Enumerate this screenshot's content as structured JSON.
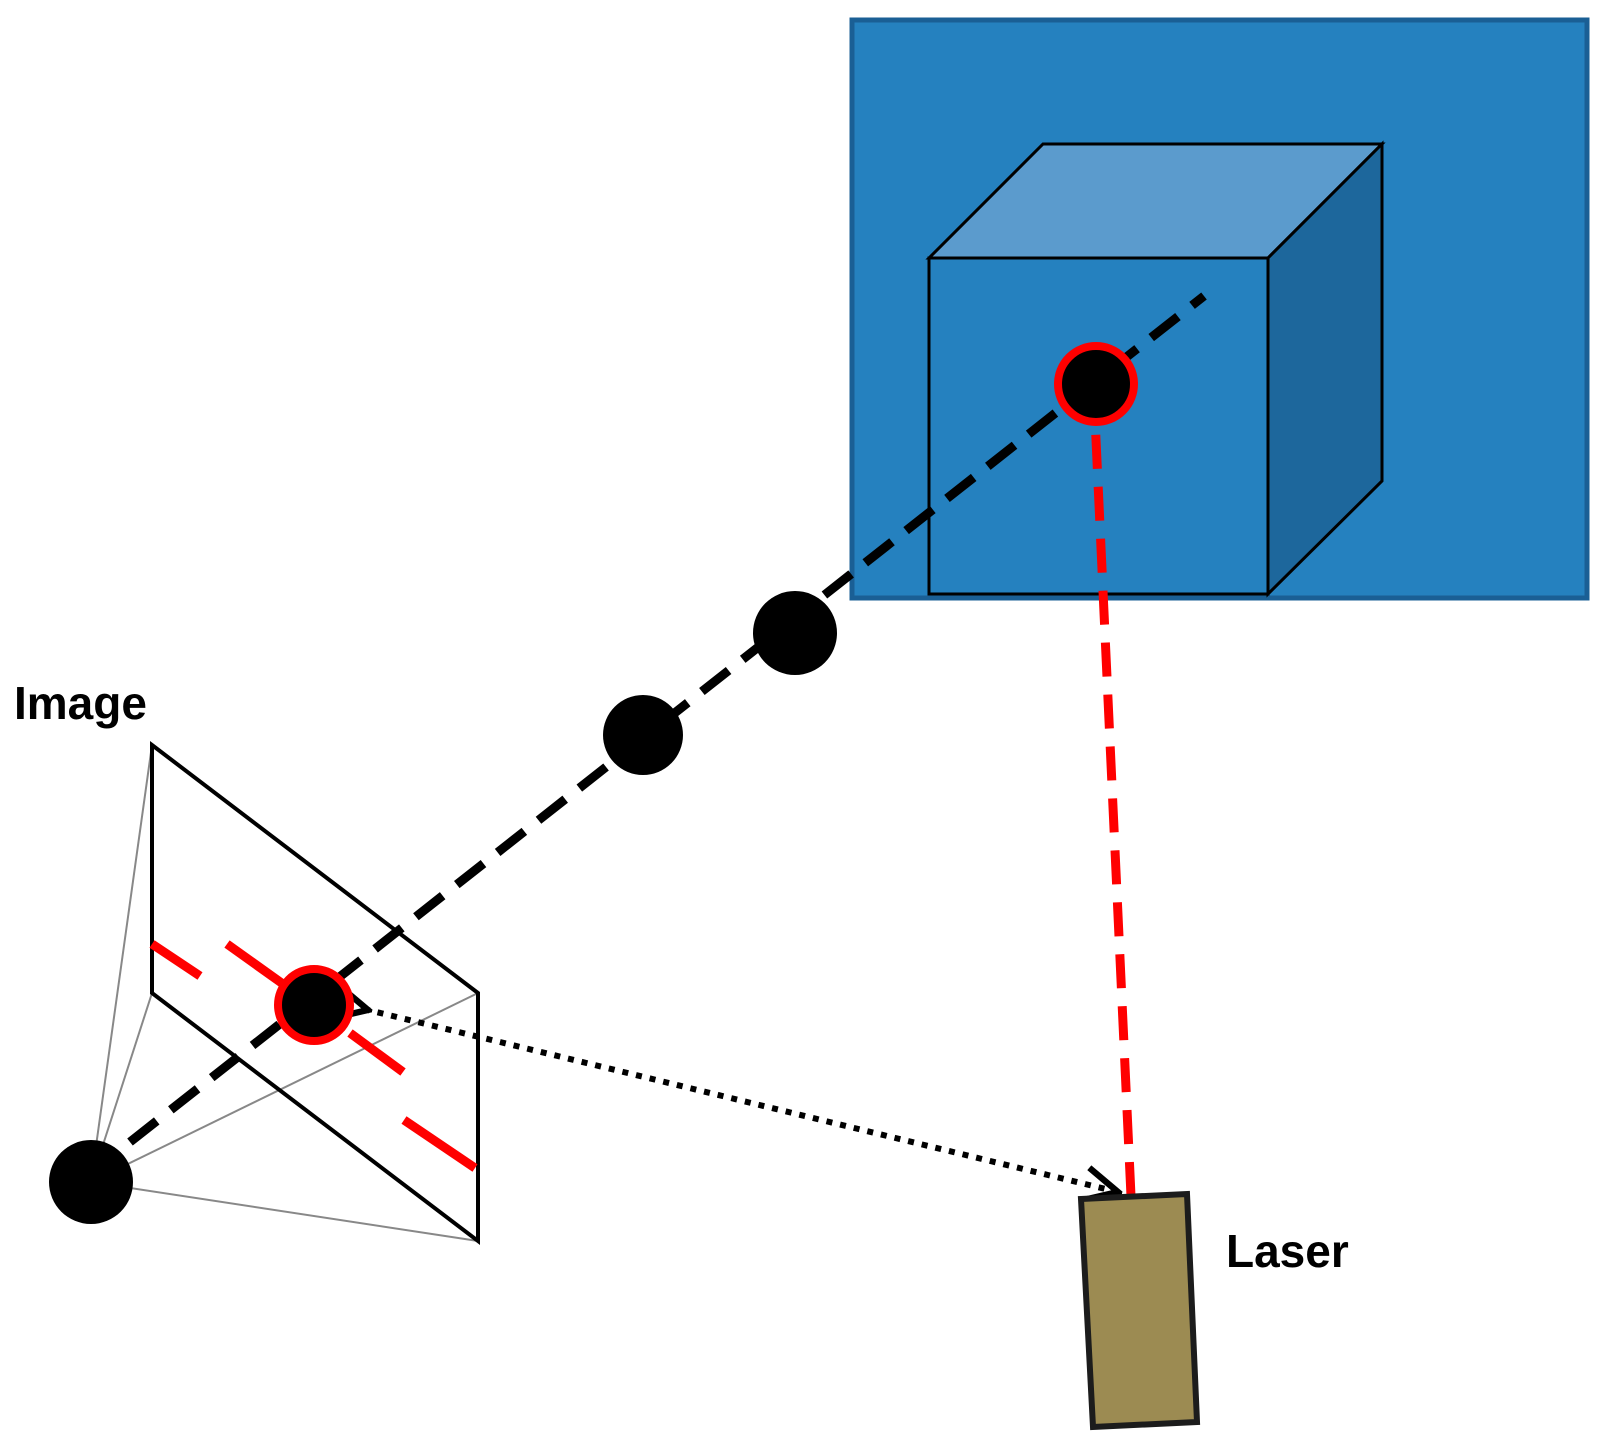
{
  "labels": {
    "image": "Image",
    "laser": "Laser"
  },
  "colors": {
    "background_panel": "#2581bf",
    "panel_border": "#1a5f95",
    "cube_front": "#2581bf",
    "cube_top": "#5b9bcd",
    "cube_side": "#1d679c",
    "laser_body": "#9c8b52",
    "laser_ray": "#ff0000",
    "camera_ray": "#000000",
    "point_outline": "#ff0000"
  },
  "icons": {
    "camera_center": "black-dot",
    "intermediate_points": "black-dot",
    "surface_point": "red-ringed-black-dot",
    "image_point": "red-ringed-black-dot",
    "laser_device": "tan-rectangle"
  }
}
